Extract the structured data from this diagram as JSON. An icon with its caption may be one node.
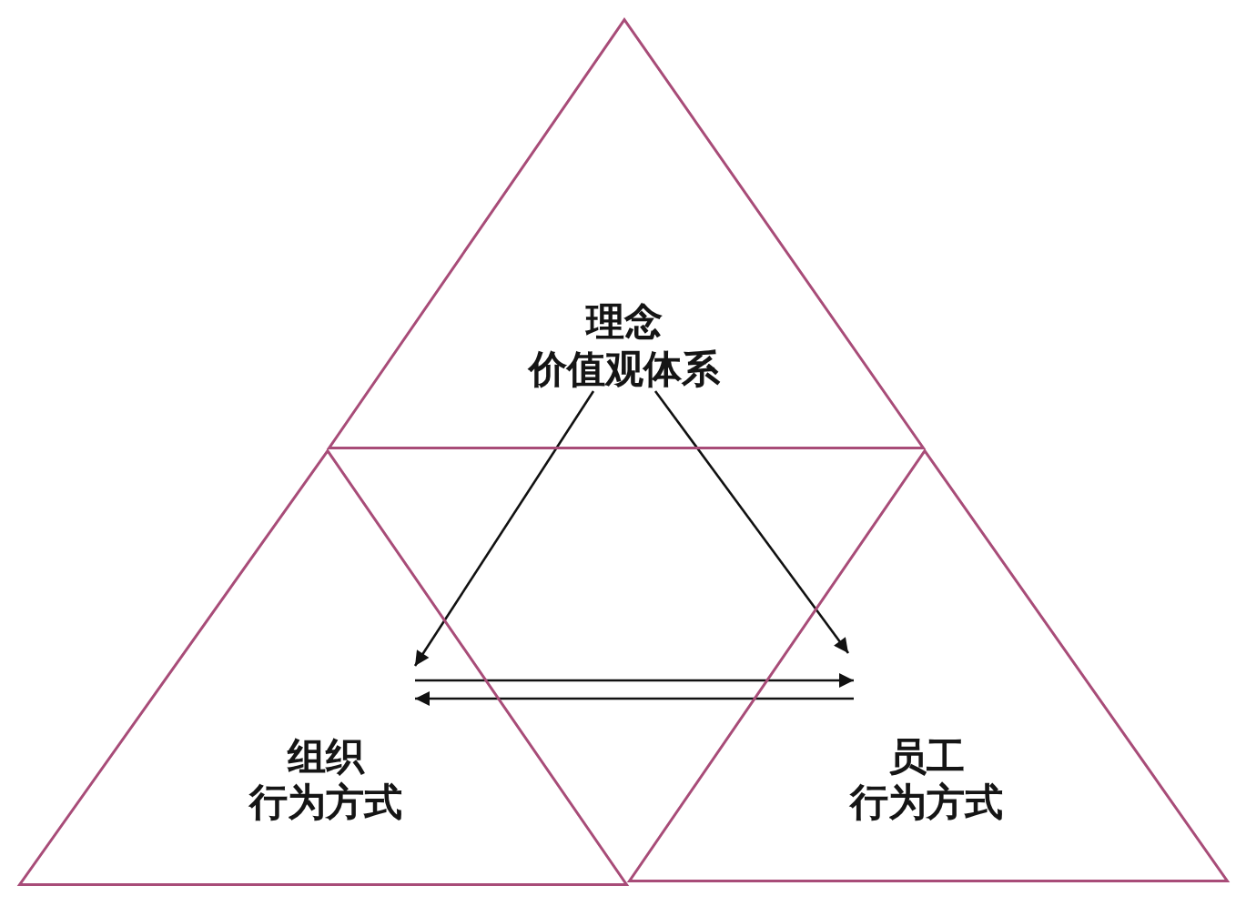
{
  "diagram": {
    "nodes": [
      {
        "text": [
          "理念",
          "价值观体系"
        ]
      },
      {
        "text": [
          "组织",
          "行为方式"
        ]
      },
      {
        "text": [
          "员工",
          "行为方式"
        ]
      }
    ],
    "edges": [
      {
        "from": 0,
        "to": 1,
        "arrow": "to"
      },
      {
        "from": 0,
        "to": 2,
        "arrow": "to"
      },
      {
        "from": 1,
        "to": 2,
        "arrow": "to"
      },
      {
        "from": 2,
        "to": 1,
        "arrow": "to"
      }
    ]
  }
}
